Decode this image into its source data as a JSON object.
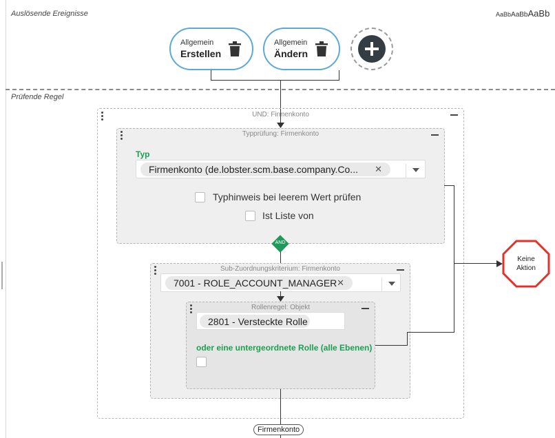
{
  "sections": {
    "triggers_label": "Auslösende Ereignisse",
    "rule_label": "Prüfende Regel",
    "font_size_samples": [
      "AaBb",
      "AaBb",
      "AaBb"
    ]
  },
  "events": [
    {
      "small": "Allgemein",
      "big": "Erstellen",
      "icon": "trash-icon"
    },
    {
      "small": "Allgemein",
      "big": "Ändern",
      "icon": "trash-icon"
    }
  ],
  "add_icon": "plus-icon",
  "und_box": {
    "title": "UND: Firmenkonto"
  },
  "type_box": {
    "title": "Typprüfung: Firmenkonto",
    "field_label": "Typ",
    "selected_value": "Firmenkonto (de.lobster.scm.base.company.Co...",
    "checkbox1_label": "Typhinweis bei leerem Wert prüfen",
    "checkbox2_label": "Ist Liste von"
  },
  "and_connector": "AND",
  "sub_box": {
    "title": "Sub-Zuordnungskriterium: Firmenkonto",
    "selected_value": "7001 - ROLE_ACCOUNT_MANAGER"
  },
  "role_box": {
    "title": "Rollenregel: Objekt",
    "role_value": "2801 - Versteckte Rolle",
    "option_label": "oder eine untergeordnete Rolle (alle Ebenen)"
  },
  "action": {
    "line1": "Keine",
    "line2": "Aktion"
  },
  "output_badge": "Firmenkonto",
  "colors": {
    "accent_green": "#1aa051",
    "pill_border": "#5aa9d6",
    "stop_red": "#e0322a"
  }
}
